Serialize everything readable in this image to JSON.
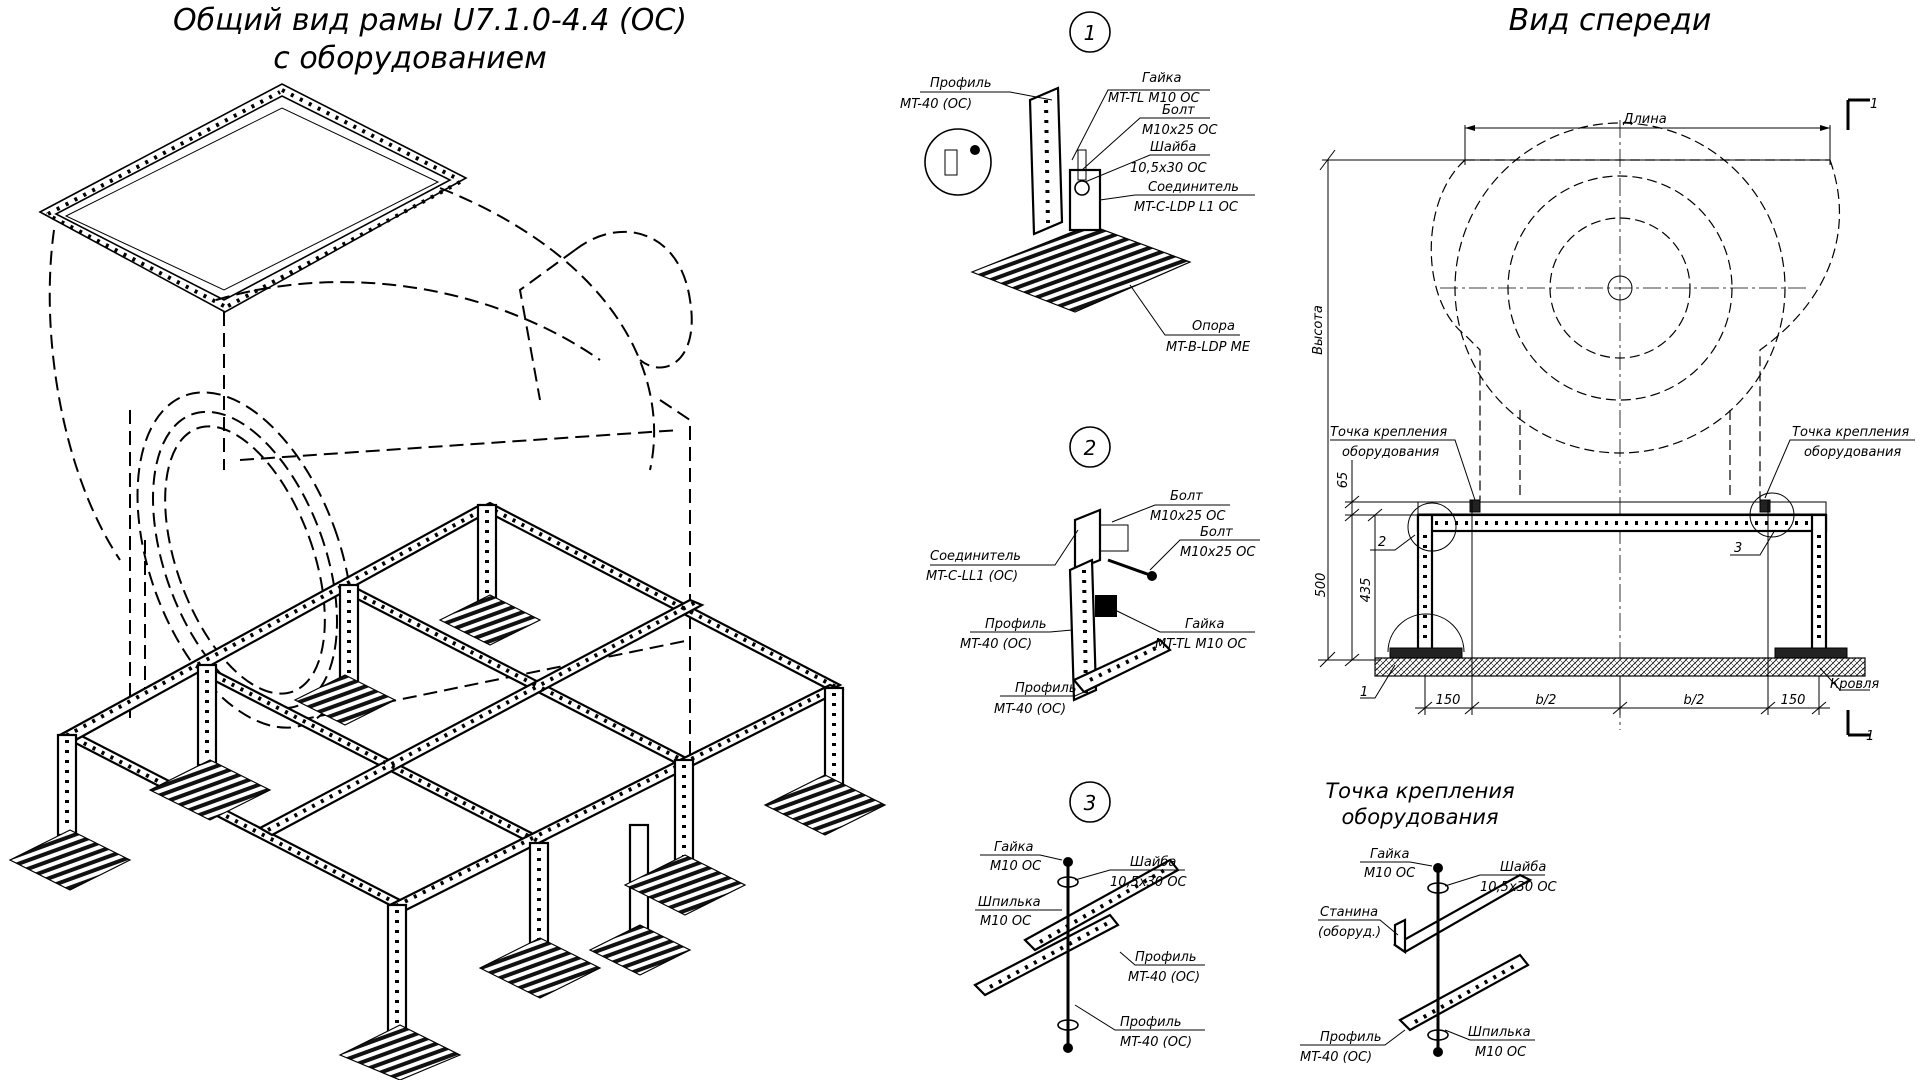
{
  "titles": {
    "main_line1": "Общий вид рамы U7.1.0-4.4 (ОС)",
    "main_line2": "с оборудованием",
    "front_view": "Вид спереди",
    "attach_line1": "Точка крепления",
    "attach_line2": "оборудования"
  },
  "detail1": {
    "number": "1",
    "profile_name": "Профиль",
    "profile_code": "MT-40 (ОС)",
    "nut_name": "Гайка",
    "nut_code": "MT-TL M10 ОС",
    "bolt_name": "Болт",
    "bolt_code": "M10x25 ОС",
    "washer_name": "Шайба",
    "washer_code": "10,5x30 ОС",
    "connector_name": "Соединитель",
    "connector_code": "MT-C-LDP L1 ОС",
    "support_name": "Опора",
    "support_code": "MT-B-LDP ME"
  },
  "detail2": {
    "number": "2",
    "bolt1_name": "Болт",
    "bolt1_code": "M10x25 ОС",
    "bolt2_name": "Болт",
    "bolt2_code": "M10x25 ОС",
    "connector_name": "Соединитель",
    "connector_code": "MT-C-LL1 (ОС)",
    "profile1_name": "Профиль",
    "profile1_code": "MT-40 (ОС)",
    "nut_name": "Гайка",
    "nut_code": "MT-TL M10 ОС",
    "profile2_name": "Профиль",
    "profile2_code": "MT-40 (ОС)"
  },
  "detail3": {
    "number": "3",
    "nut_name": "Гайка",
    "nut_code": "M10 ОС",
    "washer_name": "Шайба",
    "washer_code": "10,5x30 ОС",
    "stud_name": "Шпилька",
    "stud_code": "M10 ОС",
    "profile1_name": "Профиль",
    "profile1_code": "MT-40 (ОС)",
    "profile2_name": "Профиль",
    "profile2_code": "MT-40 (ОС)"
  },
  "attach": {
    "nut_name": "Гайка",
    "nut_code": "M10 ОС",
    "washer_name": "Шайба",
    "washer_code": "10,5x30 ОС",
    "frame_name": "Станина",
    "frame_code": "(оборуд.)",
    "profile_name": "Профиль",
    "profile_code": "MT-40 (ОС)",
    "stud_name": "Шпилька",
    "stud_code": "M10 ОС"
  },
  "front": {
    "length": "Длина",
    "height": "Высота",
    "dim_65": "65",
    "dim_500": "500",
    "dim_435": "435",
    "dim_150_left": "150",
    "dim_b2_left": "b/2",
    "dim_b2_right": "b/2",
    "dim_150_right": "150",
    "roof": "Кровля",
    "section_top": "1",
    "section_bottom": "1",
    "callout_1": "1",
    "callout_2": "2",
    "callout_3": "3",
    "attach_left_1": "Точка крепления",
    "attach_left_2": "оборудования",
    "attach_right_1": "Точка крепления",
    "attach_right_2": "оборудования"
  }
}
